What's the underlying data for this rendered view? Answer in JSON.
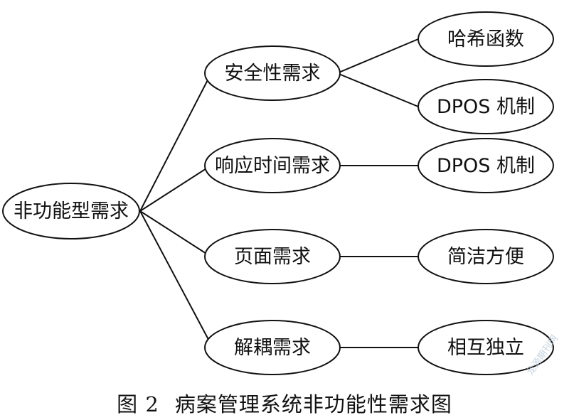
{
  "diagram": {
    "root": "非功能型需求",
    "branches": [
      {
        "label": "安全性需求",
        "children": [
          "哈希函数",
          "DPOS 机制"
        ]
      },
      {
        "label": "响应时间需求",
        "children": [
          "DPOS 机制"
        ]
      },
      {
        "label": "页面需求",
        "children": [
          "简洁方便"
        ]
      },
      {
        "label": "解耦需求",
        "children": [
          "相互独立"
        ]
      }
    ]
  },
  "caption": {
    "figure_number": "图 2",
    "title": "病案管理系统非功能性需求图"
  },
  "watermark": "龙源期刊网"
}
